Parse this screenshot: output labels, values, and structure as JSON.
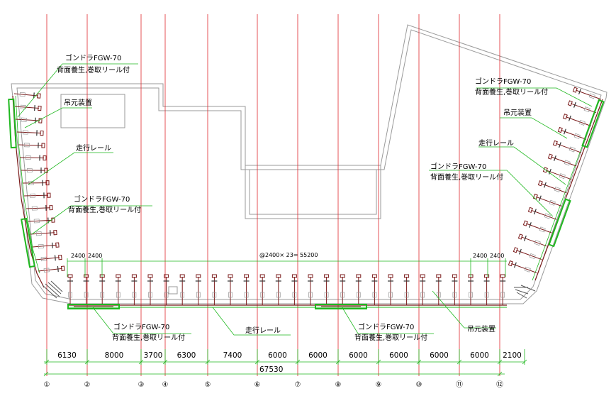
{
  "labels": {
    "gondola_model": "ゴンドラFGW-70",
    "gondola_note": "背面養生,巻取リール付",
    "suspension": "吊元装置",
    "rail": "走行レール"
  },
  "dimensions": {
    "pitch_note": "@2400× 23= 55200",
    "short_left_a": "2400",
    "short_left_b": "2400",
    "short_right_a": "2400",
    "short_right_b": "2400",
    "spans": [
      "6130",
      "8000",
      "3700",
      "6300",
      "7400",
      "6000",
      "6000",
      "6000",
      "6000",
      "6000",
      "6000",
      "2100"
    ],
    "total": "67530"
  },
  "axes": [
    "①",
    "②",
    "③",
    "④",
    "⑤",
    "⑥",
    "⑦",
    "⑧",
    "⑨",
    "⑩",
    "⑪",
    "⑫"
  ],
  "colors": {
    "grid_line": "#e0282d",
    "leader_line": "#1fb81f",
    "outline": "#9a9a9a",
    "arm": "#7a1a1a",
    "dim_line": "#1fb81f"
  }
}
